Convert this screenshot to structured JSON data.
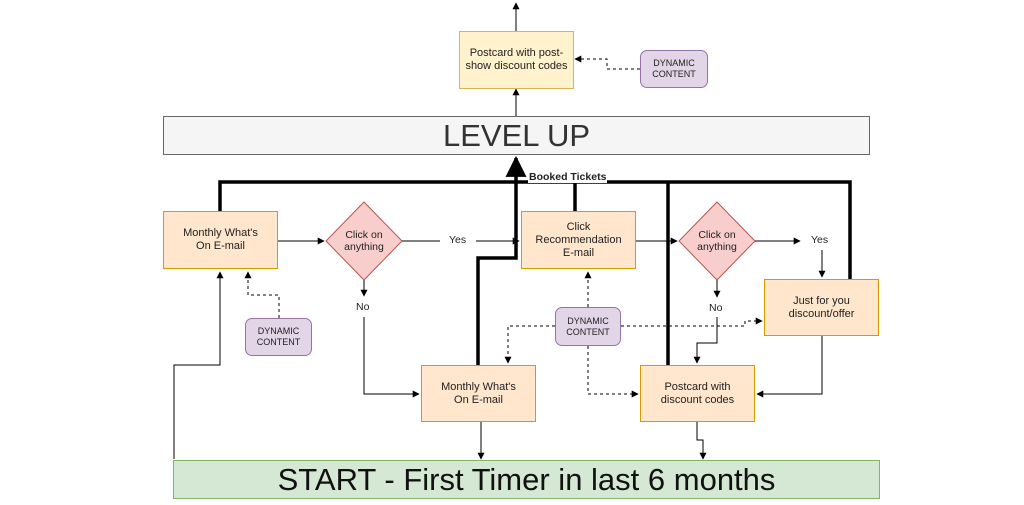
{
  "colors": {
    "process_fill": "#ffe6cc",
    "process_stroke": "#d79b00",
    "postcard_top_fill": "#fff2cc",
    "postcard_top_stroke": "#d6b656",
    "decision_fill": "#f8cecc",
    "decision_stroke": "#b85450",
    "dynamic_fill": "#e1d5e7",
    "dynamic_stroke": "#9673a6",
    "levelup_fill": "#f5f5f5",
    "levelup_stroke": "#666666",
    "start_fill": "#d5e8d4",
    "start_stroke": "#82b366",
    "line": "#000000"
  },
  "banners": {
    "level_up": "LEVEL UP",
    "start": "START - First Timer in last 6 months"
  },
  "nodes": {
    "postcard_top": "Postcard with post-\nshow discount codes",
    "monthly_email_1": "Monthly What's\nOn E-mail",
    "monthly_email_2": "Monthly What's\nOn E-mail",
    "click_recommendation": "Click\nRecommendation\nE-mail",
    "just_for_you": "Just for you\ndiscount/offer",
    "postcard_discount": "Postcard with\ndiscount codes"
  },
  "decisions": {
    "click_1": "Click on\nanything",
    "click_2": "Click on\nanything"
  },
  "dynamic": {
    "top": "DYNAMIC\nCONTENT",
    "left": "DYNAMIC\nCONTENT",
    "middle": "DYNAMIC\nCONTENT"
  },
  "edge_labels": {
    "yes_1": "Yes",
    "no_1": "No",
    "yes_2": "Yes",
    "no_2": "No",
    "booked": "Booked Tickets"
  }
}
